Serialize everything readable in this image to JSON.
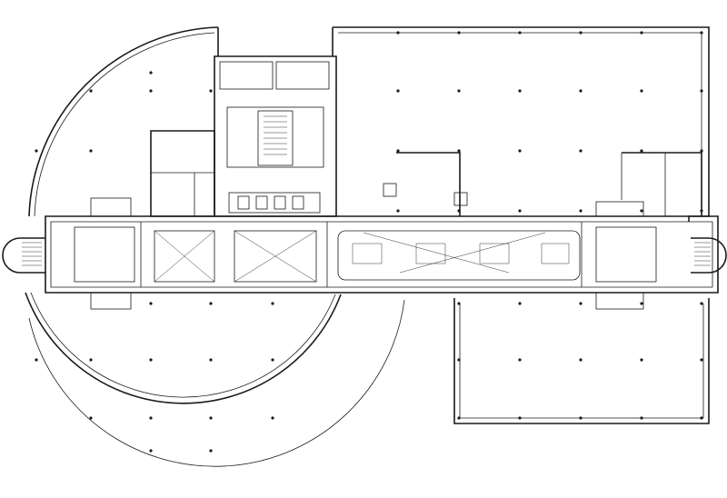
{
  "drawing": {
    "line_color": "#1a1a1a",
    "background": "#ffffff"
  },
  "elements": {
    "north_wing": "office-wing-north-east",
    "south_wing": "office-wing-south-east",
    "rotunda_north": "curved-wing-north-west",
    "rotunda_south": "curved-wing-south-west",
    "spine": "central-corridor",
    "core": "service-core",
    "lift_shafts": 2,
    "stair_runs": 4
  }
}
